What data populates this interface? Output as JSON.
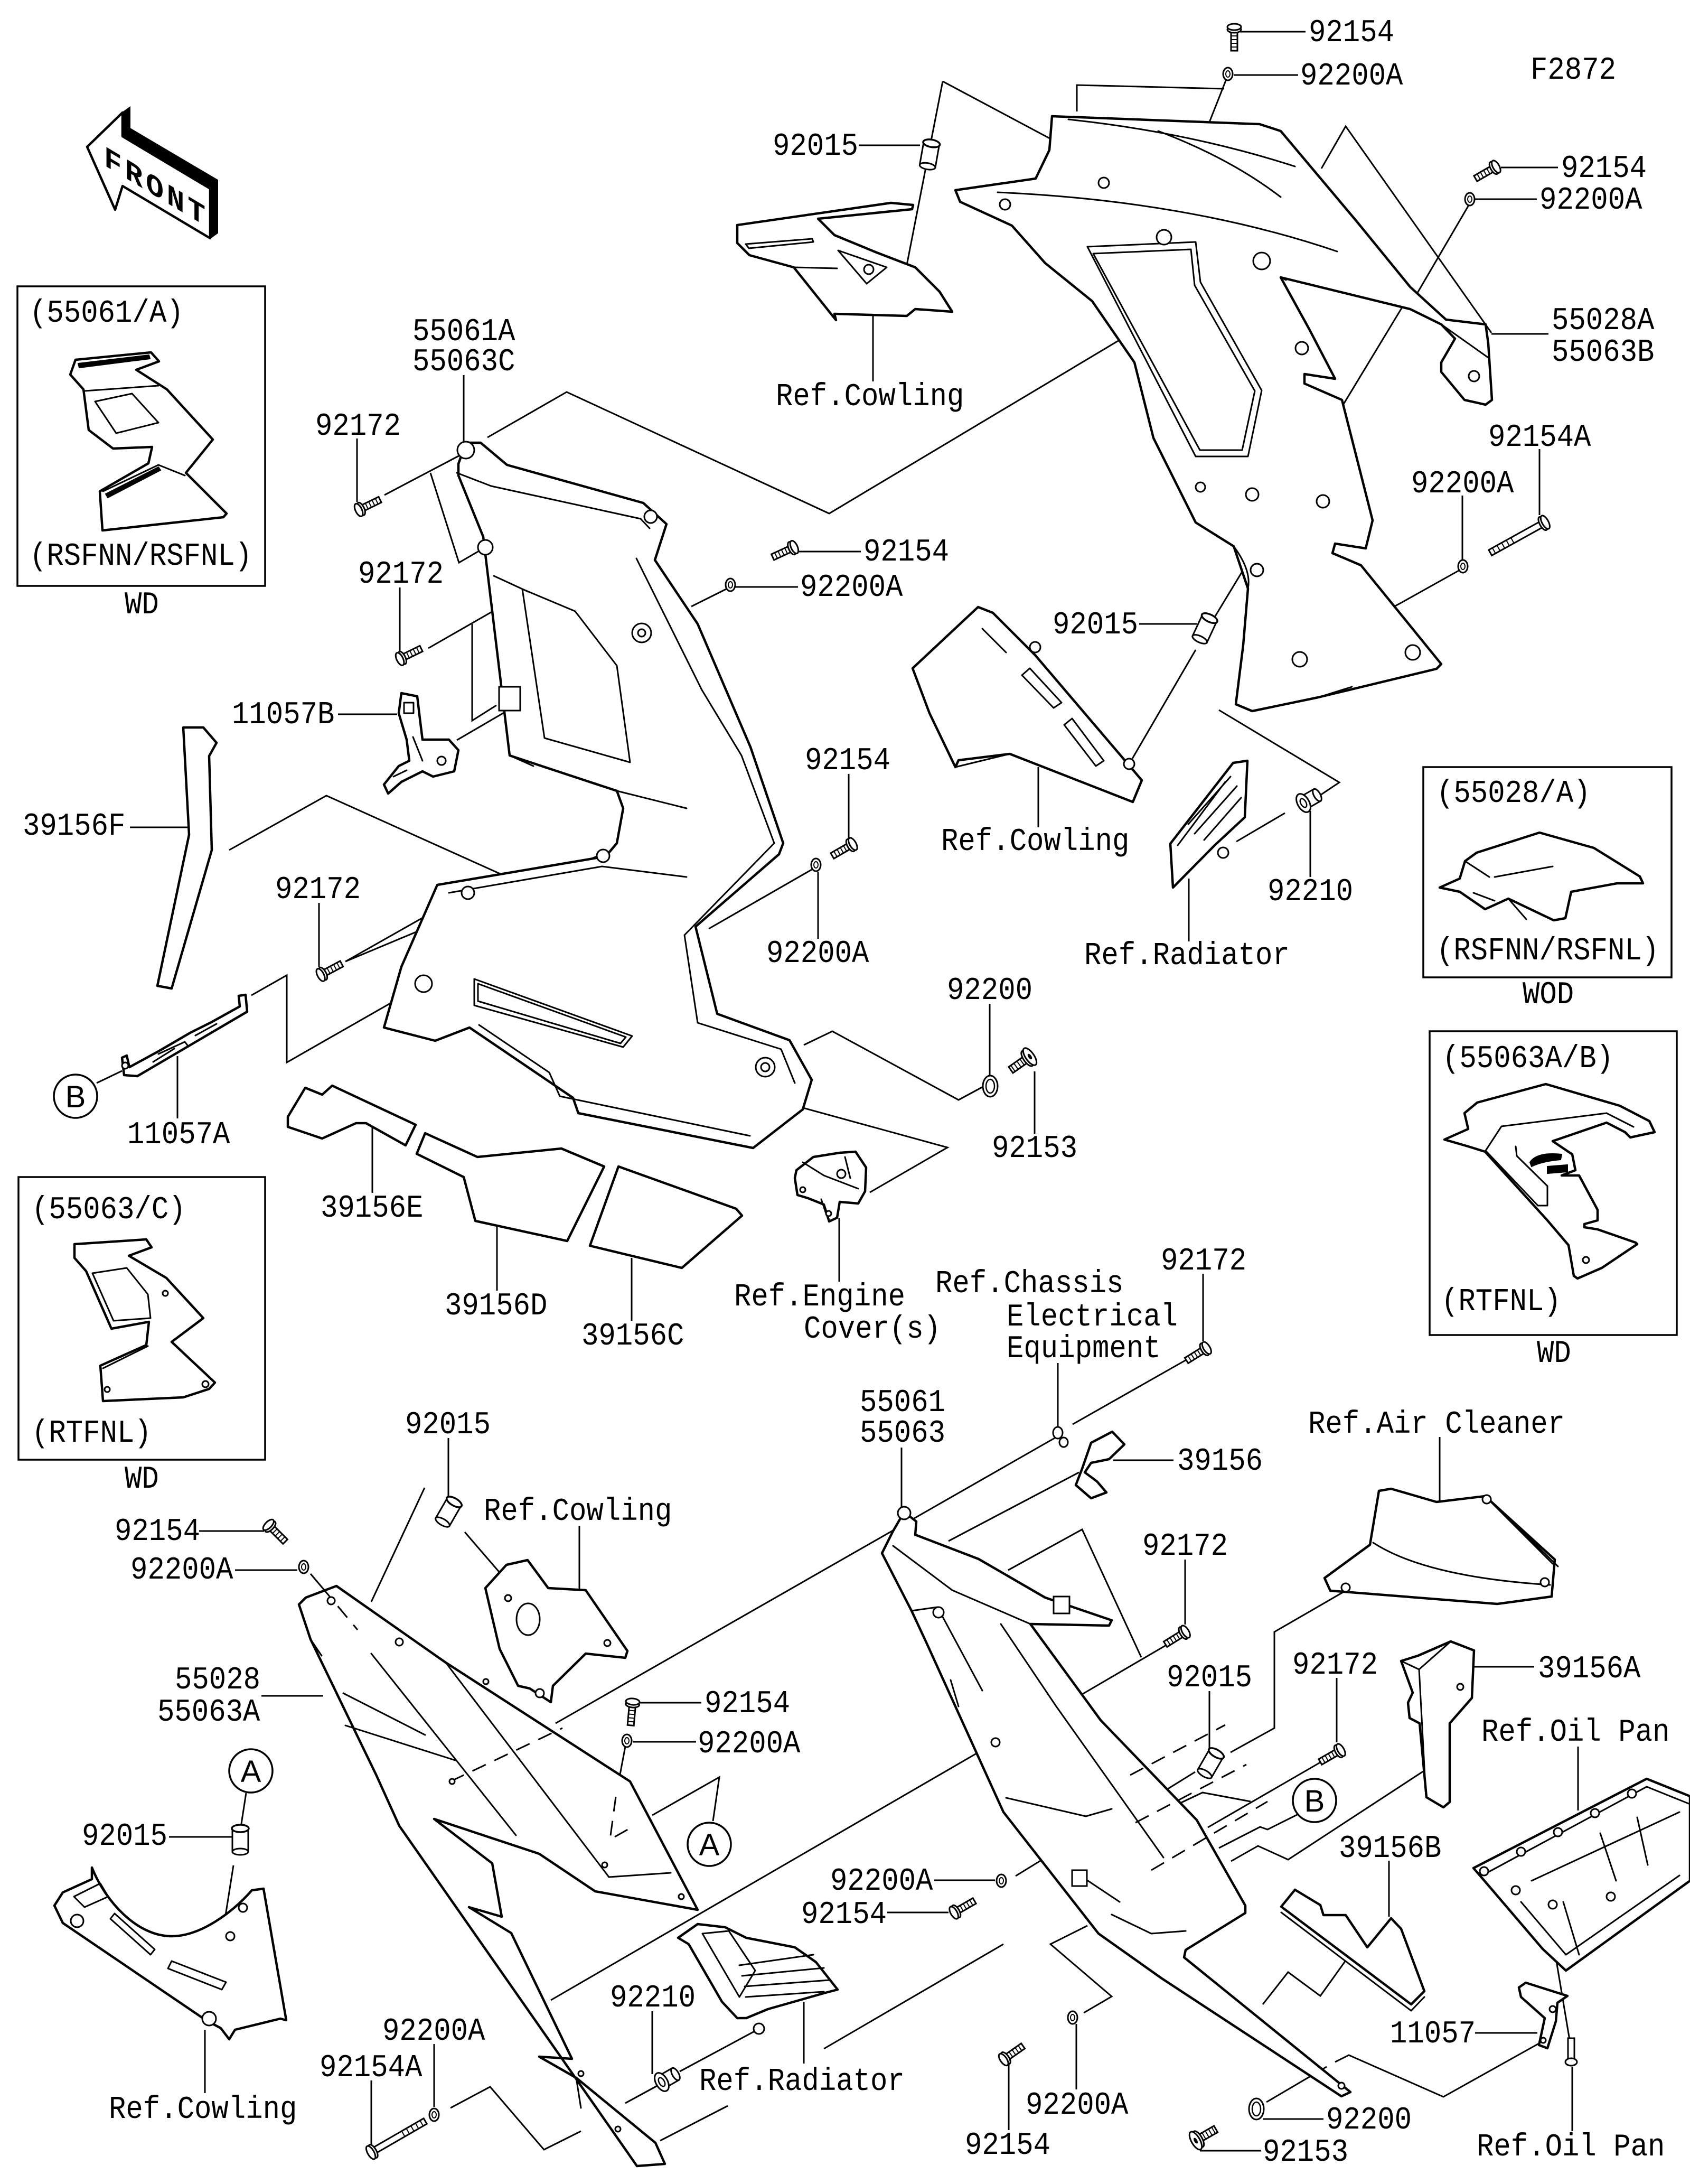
{
  "figure_code": "F2872",
  "front_arrow": {
    "label": "FRONT"
  },
  "insets": [
    {
      "code": "(55061/A)",
      "variant": "(RSFNN/RSFNL)",
      "note": "WD"
    },
    {
      "code": "(55063/C)",
      "variant": "(RTFNL)",
      "note": "WD"
    },
    {
      "code": "(55028/A)",
      "variant": "(RSFNN/RSFNL)",
      "note": "WOD"
    },
    {
      "code": "(55063A/B)",
      "variant": "(RTFNL)",
      "note": "WD"
    }
  ],
  "markers": [
    {
      "letter": "A"
    },
    {
      "letter": "A"
    },
    {
      "letter": "B"
    },
    {
      "letter": "B"
    }
  ],
  "callouts": [
    {
      "lines": [
        "92154"
      ]
    },
    {
      "lines": [
        "92200A"
      ]
    },
    {
      "lines": [
        "92015"
      ]
    },
    {
      "lines": [
        "92154"
      ]
    },
    {
      "lines": [
        "92200A"
      ]
    },
    {
      "lines": [
        "55028A",
        "55063B"
      ]
    },
    {
      "lines": [
        "Ref.Cowling"
      ]
    },
    {
      "lines": [
        "55061A",
        "55063C"
      ]
    },
    {
      "lines": [
        "92172"
      ]
    },
    {
      "lines": [
        "92154A"
      ]
    },
    {
      "lines": [
        "92200A"
      ]
    },
    {
      "lines": [
        "92154"
      ]
    },
    {
      "lines": [
        "92172"
      ]
    },
    {
      "lines": [
        "92200A"
      ]
    },
    {
      "lines": [
        "92015"
      ]
    },
    {
      "lines": [
        "11057B"
      ]
    },
    {
      "lines": [
        "92154"
      ]
    },
    {
      "lines": [
        "39156F"
      ]
    },
    {
      "lines": [
        "Ref.Cowling"
      ]
    },
    {
      "lines": [
        "92172"
      ]
    },
    {
      "lines": [
        "92210"
      ]
    },
    {
      "lines": [
        "92200A"
      ]
    },
    {
      "lines": [
        "Ref.Radiator"
      ]
    },
    {
      "lines": [
        "92200"
      ]
    },
    {
      "lines": [
        "11057A"
      ]
    },
    {
      "lines": [
        "92153"
      ]
    },
    {
      "lines": [
        "39156E"
      ]
    },
    {
      "lines": [
        "Ref.Chassis",
        "Electrical",
        "Equipment"
      ]
    },
    {
      "lines": [
        "92172"
      ]
    },
    {
      "lines": [
        "Ref.Engine",
        "Cover(s)"
      ]
    },
    {
      "lines": [
        "39156D"
      ]
    },
    {
      "lines": [
        "39156C"
      ]
    },
    {
      "lines": [
        "55061",
        "55063"
      ]
    },
    {
      "lines": [
        "92015"
      ]
    },
    {
      "lines": [
        "Ref.Air Cleaner"
      ]
    },
    {
      "lines": [
        "39156"
      ]
    },
    {
      "lines": [
        "Ref.Cowling"
      ]
    },
    {
      "lines": [
        "92154"
      ]
    },
    {
      "lines": [
        "92172"
      ]
    },
    {
      "lines": [
        "92200A"
      ]
    },
    {
      "lines": [
        "92172"
      ]
    },
    {
      "lines": [
        "39156A"
      ]
    },
    {
      "lines": [
        "92015"
      ]
    },
    {
      "lines": [
        "55028",
        "55063A"
      ]
    },
    {
      "lines": [
        "92154"
      ]
    },
    {
      "lines": [
        "Ref.Oil Pan"
      ]
    },
    {
      "lines": [
        "92200A"
      ]
    },
    {
      "lines": [
        "92015"
      ]
    },
    {
      "lines": [
        "39156B"
      ]
    },
    {
      "lines": [
        "92200A"
      ]
    },
    {
      "lines": [
        "92154"
      ]
    },
    {
      "lines": [
        "92210"
      ]
    },
    {
      "lines": [
        "92200A"
      ]
    },
    {
      "lines": [
        "11057"
      ]
    },
    {
      "lines": [
        "92154A"
      ]
    },
    {
      "lines": [
        "Ref.Radiator"
      ]
    },
    {
      "lines": [
        "92200A"
      ]
    },
    {
      "lines": [
        "Ref.Cowling"
      ]
    },
    {
      "lines": [
        "92200"
      ]
    },
    {
      "lines": [
        "92154"
      ]
    },
    {
      "lines": [
        "Ref.Oil Pan"
      ]
    },
    {
      "lines": [
        "92153"
      ]
    }
  ]
}
